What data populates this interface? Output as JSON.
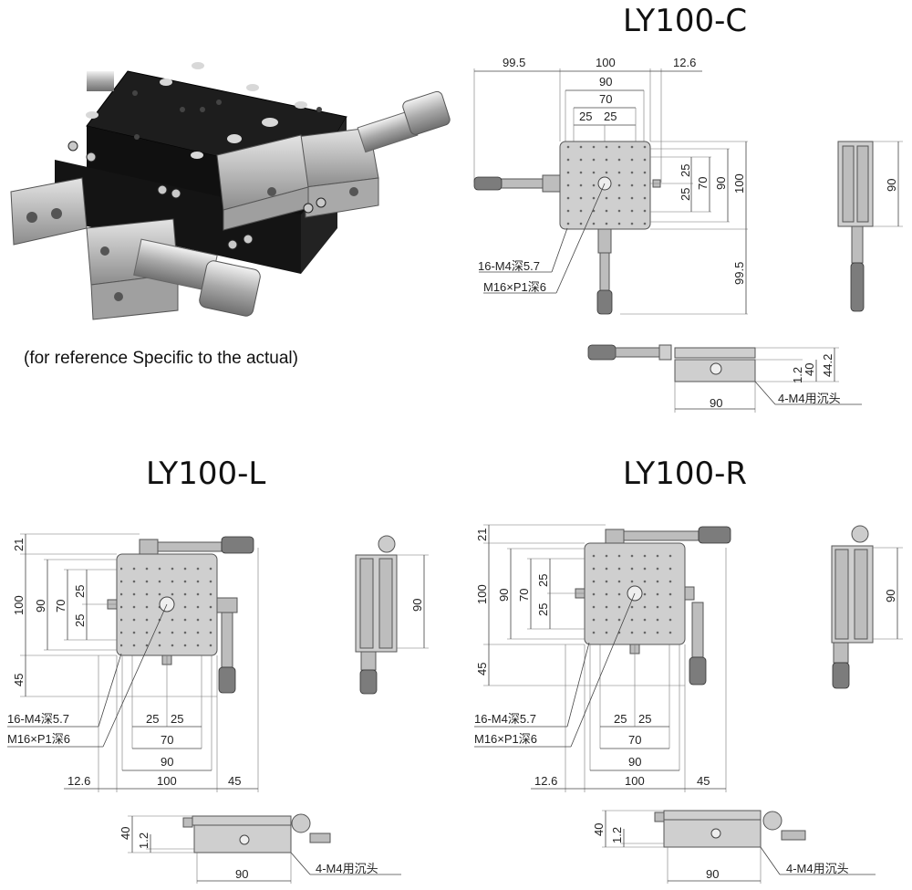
{
  "caption": "(for reference Specific to the actual)",
  "views": {
    "c": {
      "title": "LY100-C",
      "top_dims": [
        "99.5",
        "100",
        "12.6",
        "90",
        "70",
        "25",
        "25"
      ],
      "right_dims": [
        "25",
        "25",
        "70",
        "90",
        "100",
        "99.5"
      ],
      "side_dim": "90",
      "callouts": [
        "16-M4深5.7",
        "M16×P1深6"
      ],
      "front_dims": [
        "40",
        "44.2",
        "1.2",
        "90"
      ],
      "front_callout": "4-M4用沉头"
    },
    "l": {
      "title": "LY100-L",
      "left_dims": [
        "21",
        "100",
        "90",
        "70",
        "25",
        "25",
        "45"
      ],
      "side_dim": "90",
      "callouts": [
        "16-M4深5.7",
        "M16×P1深6"
      ],
      "bottom_dims": [
        "25",
        "25",
        "70",
        "90",
        "12.6",
        "100",
        "45"
      ],
      "front_dims": [
        "40",
        "1.2",
        "90"
      ],
      "front_callout": "4-M4用沉头"
    },
    "r": {
      "title": "LY100-R",
      "left_dims": [
        "21",
        "100",
        "90",
        "70",
        "25",
        "25",
        "45"
      ],
      "side_dim": "90",
      "callouts": [
        "16-M4深5.7",
        "M16×P1深6"
      ],
      "bottom_dims": [
        "25",
        "25",
        "70",
        "90",
        "12.6",
        "100",
        "45"
      ],
      "front_dims": [
        "40",
        "1.2",
        "90"
      ],
      "front_callout": "4-M4用沉头"
    }
  }
}
